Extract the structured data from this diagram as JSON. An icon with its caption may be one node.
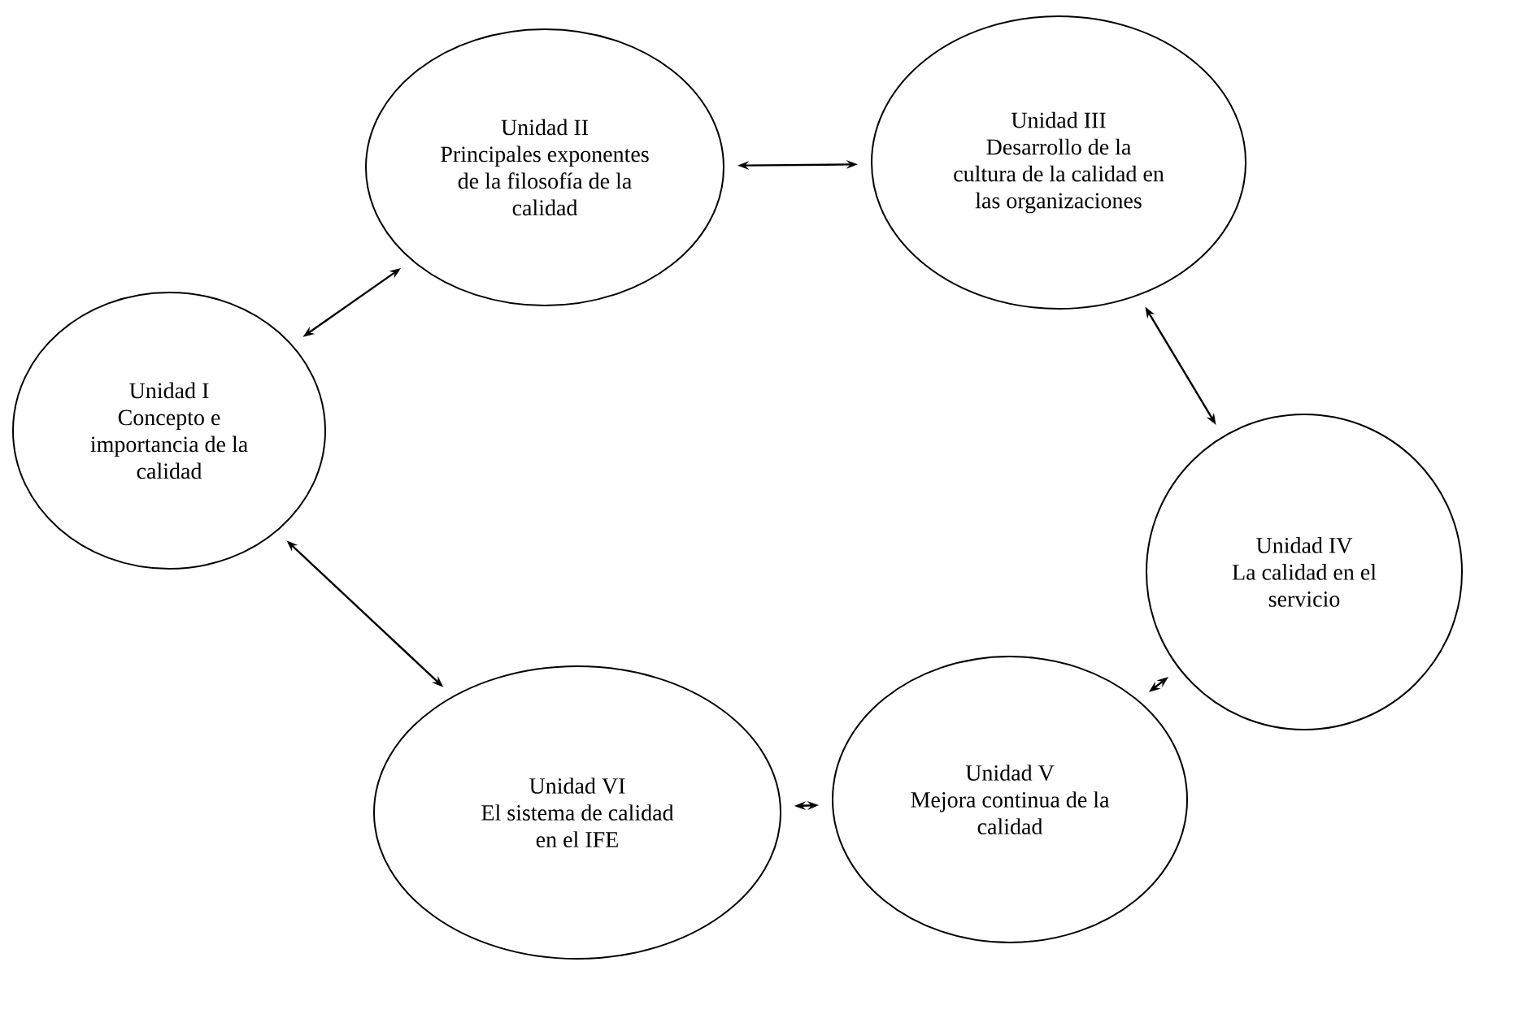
{
  "diagram": {
    "nodes": [
      {
        "text": [
          "Unidad I",
          "Concepto e importancia de la calidad"
        ]
      },
      {
        "text": [
          "Unidad II",
          "Principales exponentes de la filosofía de la calidad"
        ]
      },
      {
        "text": [
          "Unidad III",
          "Desarrollo de la cultura de la calidad en las organizaciones"
        ]
      },
      {
        "text": [
          "Unidad IV",
          "La calidad en el servicio"
        ]
      },
      {
        "text": [
          "Unidad V",
          "Mejora continua de la calidad"
        ]
      },
      {
        "text": [
          "Unidad VI",
          "El sistema de calidad en el IFE"
        ]
      }
    ],
    "edges": [
      {
        "from": 0,
        "to": 1,
        "arrow": "both"
      },
      {
        "from": 1,
        "to": 2,
        "arrow": "both"
      },
      {
        "from": 2,
        "to": 3,
        "arrow": "both"
      },
      {
        "from": 3,
        "to": 4,
        "arrow": "both"
      },
      {
        "from": 4,
        "to": 5,
        "arrow": "both"
      },
      {
        "from": 5,
        "to": 0,
        "arrow": "both"
      }
    ]
  }
}
